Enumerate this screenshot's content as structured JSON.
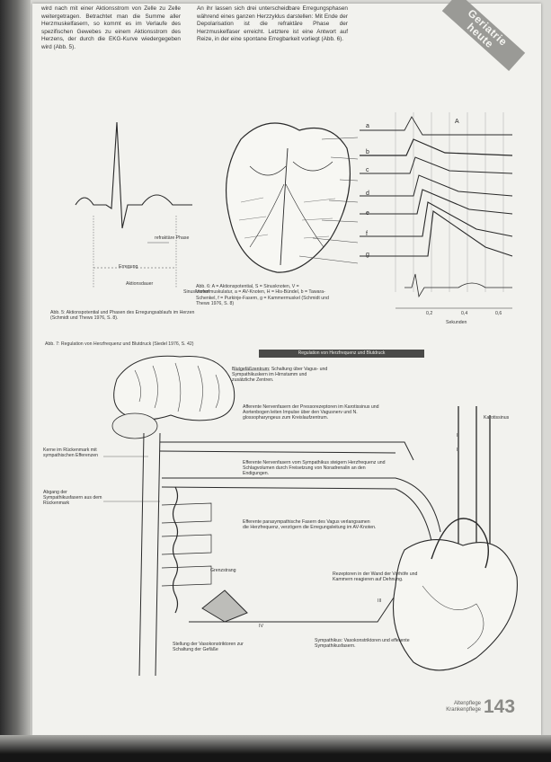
{
  "page": {
    "journal": "Altenpflege Krankenpflege",
    "page_number": "143",
    "banner_line1": "Geriatrie",
    "banner_line2": "heute"
  },
  "text_left": "wird nach mit einer Aktionsstrom von Zelle zu Zelle weitergetragen. Betrachtet man die Summe aller Herzmuskelfasern, so kommt es im Verlaufe des spezifischen Gewebes zu einem Aktionsstrom des Herzens, der durch die EKG-Kurve wiedergegeben wird (Abb. 5).",
  "text_right": "An ihr lassen sich drei unterscheidbare Erregungsphasen während eines ganzen Herzzyklus darstellen: Mit Ende der Depolarisation ist die refraktäre Phase der Herzmuskelfaser erreicht. Letztere ist eine Antwort auf Reize, in der eine spontane Erregbarkeit vorliegt (Abb. 6).",
  "captions": {
    "ecg": "Abb. 5: Aktionspotential und Phasen des Erregungsablaufs im Herzen (Schmidt und Thews 1976, S. 8).",
    "heart": "Abb. 6: A = Aktionspotential, S = Sinusknoten, V = Vorhofmuskulatur, a = AV-Knoten, H = His-Bündel, b = Tawara-Schenkel, f = Purkinje-Fasern, g = Kammermuskel (Schmidt und Thews 1976, S. 8)",
    "nerve": "Abb. 7: Regulation von Herzfrequenz und Blutdruck (Siedel 1976, S. 42)"
  },
  "ecg_labels": {
    "refractory": "refraktäre Phase",
    "excitation": "Erregung",
    "duration": "Aktionsdauer",
    "sinus": "Sinusknoten"
  },
  "curve_letters": [
    "a",
    "b",
    "c",
    "d",
    "e",
    "f",
    "g"
  ],
  "curve_top_letter": "A",
  "time_axis": {
    "ticks": [
      "0,2",
      "0,4",
      "0,6"
    ],
    "label": "Sekunden"
  },
  "nerve_figure": {
    "dark_banner": "Regulation von Herzfrequenz und Blutdruck",
    "box1": "Blutgefäßzentrum: Schaltung über Vagus- und Sympathikuskern im Hirnstamm und zusätzliche Zentren.",
    "box2": "Afferente Nervenfasern der Pressorezeptoren im Karotissinus und Aortenbogen leiten Impulse über den Vagusnerv und N. glossopharyngeus zum Kreislaufzentrum.",
    "box3": "Efferente Nervenfasern vom Sympathikus steigern Herzfrequenz und Schlagvolumen durch Freisetzung von Noradrenalin an den Endigungen.",
    "box4": "Efferente parasympathische Fasern des Vagus verlangsamen die Herzfrequenz, verzögern die Erregungsleitung im AV-Knoten.",
    "box5": "Rezeptoren in der Wand der Vorhöfe und Kammern reagieren auf Dehnung.",
    "box6": "Sympathikus: Vasokonstriktoren und efferente Sympathikusfasern.",
    "left_label1": "Kerne im Rückenmark mit sympathischen Efferenzen",
    "left_label2": "Abgang der Sympathikusfasern aus dem Rückenmark",
    "chain_label": "Grenzstrang",
    "chain_note": "Stellung der Vasokonstriktoren zur Schaltung der Gefäße",
    "carotid_label": "Karotissinus",
    "roman": [
      "I",
      "II",
      "III",
      "IV"
    ]
  }
}
